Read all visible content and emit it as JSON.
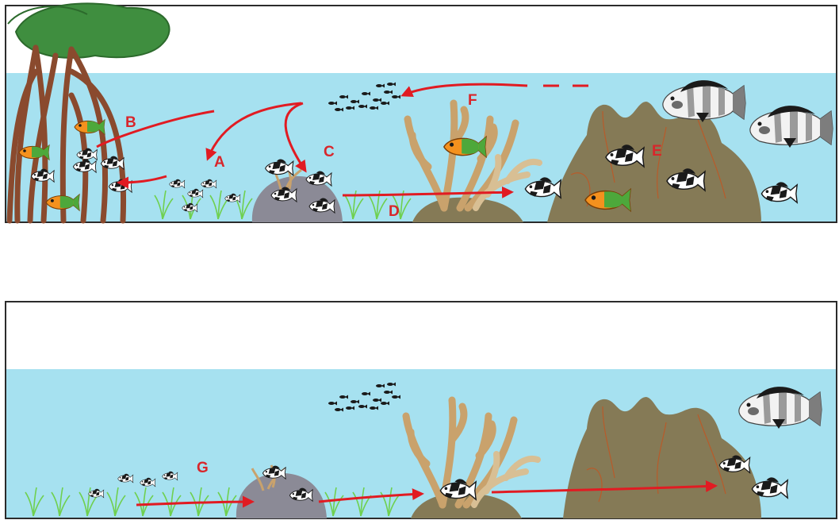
{
  "labels": {
    "a": "A",
    "b": "B",
    "c": "C",
    "d": "D",
    "e": "E",
    "f": "F",
    "g": "G"
  },
  "colors": {
    "water": "#a6e1f0",
    "border": "#2b2b2b",
    "arrow": "#e11b22",
    "mangrove_trunk": "#8a4a2e",
    "mangrove_canopy": "#3f8e3f",
    "coral_branch": "#c9a26c",
    "coral_branch_light": "#d8bf94",
    "rock_coral": "#857a56",
    "boulder": "#8b8a96",
    "seagrass": "#6fd04f",
    "fish_orange": "#f4911e",
    "fish_green": "#4da83b"
  },
  "icons": [
    "mangrove-tree-icon",
    "seagrass-icon",
    "boulder-icon",
    "branching-coral-icon",
    "massive-coral-icon",
    "black-white-fish-icon",
    "parrotfish-icon",
    "adult-grouper-icon",
    "larval-school-icon"
  ]
}
